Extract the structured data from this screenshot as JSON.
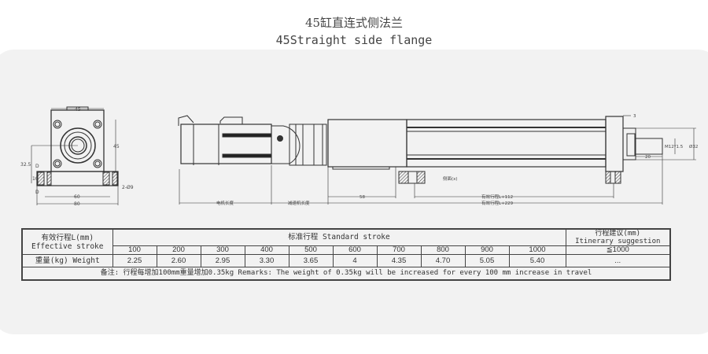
{
  "title_cn": "45缸直连式侧法兰",
  "title_en": "45Straight side flange",
  "front_view": {
    "dim_width": "45",
    "dim_height": "45",
    "dim_center": "32.5",
    "dim_d_top": "D",
    "dim_thickness": "10",
    "dim_d_bottom": "D",
    "dim_holes": "2-Ø9",
    "dim_hole_spacing": "60",
    "dim_flange_width": "80"
  },
  "side_view": {
    "motor_length": "电机长度",
    "reducer_length": "减速机长度",
    "dim_58": "58",
    "stroke_plus_112": "有效行程L+112",
    "stroke_plus_229": "有效行程L+229",
    "side_label": "侧面(x)",
    "dim_3": "3",
    "thread": "M12*1.5",
    "rod_diameter": "Ø32",
    "dim_20": "20"
  },
  "table": {
    "header_cn": "有效行程L(mm)",
    "header_en": "Effective stroke",
    "standard_stroke": "标准行程   Standard stroke",
    "suggest_cn": "行程建议(mm)",
    "suggest_en": "Itinerary suggestion",
    "strokes": [
      "100",
      "200",
      "300",
      "400",
      "500",
      "600",
      "700",
      "800",
      "900",
      "1000"
    ],
    "weight_label": "重量(kg) Weight",
    "weights": [
      "2.25",
      "2.60",
      "2.95",
      "3.30",
      "3.65",
      "4",
      "4.35",
      "4.70",
      "5.05",
      "5.40"
    ],
    "suggest_value": "≦1000",
    "suggest_weight": "...",
    "remarks": "备注: 行程每增加100mm重量增加0.35kg    Remarks: The weight of 0.35kg will be increased for every 100 mm increase in travel"
  }
}
